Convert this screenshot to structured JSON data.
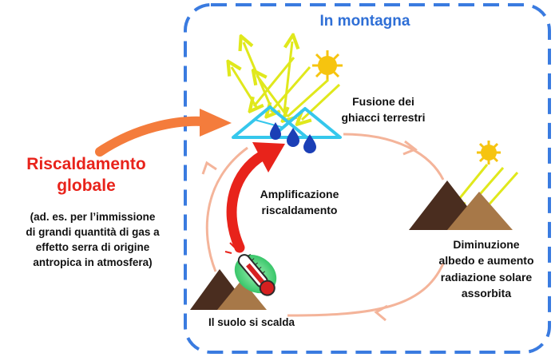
{
  "title": "In montagna",
  "driver": {
    "heading": "Riscaldamento globale",
    "heading_lines": [
      "Riscaldamento",
      "globale"
    ],
    "note_lines": [
      "(ad. es. per l’immissione",
      "di grandi quantità di gas a",
      "effetto serra di origine",
      "antropica in atmosfera)"
    ]
  },
  "cycle": {
    "melting": {
      "lines": [
        "Fusione dei",
        "ghiacci terrestri"
      ]
    },
    "albedo": {
      "lines": [
        "Diminuzione",
        "albedo e aumento",
        "radiazione solare",
        "assorbita"
      ]
    },
    "soil": {
      "label": "Il suolo si scalda"
    },
    "feedback": {
      "lines": [
        "Amplificazione",
        "riscaldamento"
      ]
    }
  },
  "colors": {
    "frame": "#3a7be0",
    "title": "#2f6fd6",
    "driver_text": "#e8231b",
    "driver_arrow": "#f47c3c",
    "cycle_arrow": "#f4b49a",
    "feedback_arrow": "#e8231b",
    "sun": "#f6c40f",
    "sun_ray": "#e0e81c",
    "ice": "#35c7ec",
    "water_drop": "#1b3fb6",
    "mountain_dark": "#4a2d1f",
    "mountain_light": "#a77848"
  },
  "icons": [
    "sun-icon",
    "ice-mountain-icon",
    "water-drop-icon",
    "rock-mountain-icon",
    "thermometer-icon"
  ]
}
